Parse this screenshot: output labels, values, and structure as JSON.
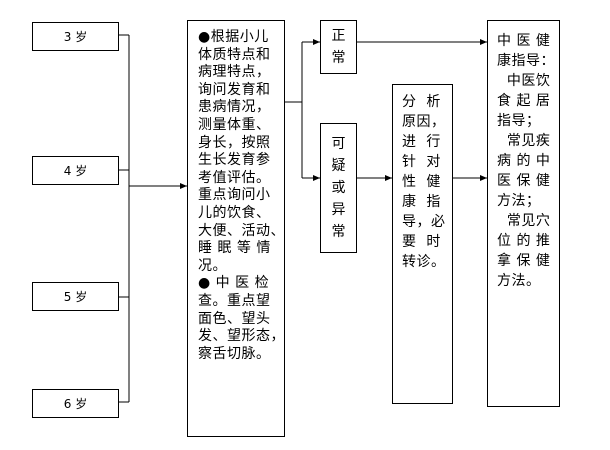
{
  "ages": [
    "3 岁",
    "4 岁",
    "5 岁",
    "6 岁"
  ],
  "assessment": {
    "lines": [
      "●根据小儿",
      "体质特点和",
      "病理特点，",
      "询问发育和",
      "患病情况，",
      "测量体重、",
      "身长，按照",
      "生长发育参",
      "考值评估。",
      "重点询问小",
      "儿的饮食、",
      "大便、活动、",
      "睡 眠 等 情",
      "况。",
      "● 中 医 检",
      "查。重点望",
      "面色、望头",
      "发、望形态，",
      "察舌切脉。"
    ]
  },
  "normal": {
    "chars": [
      "正",
      "常"
    ]
  },
  "abnormal": {
    "chars": [
      "可",
      "疑",
      "或",
      "异",
      "常"
    ]
  },
  "analysis": {
    "lines": [
      "分  析",
      "原因，",
      "进  行",
      "针  对",
      "性  健",
      "康  指",
      "导，必",
      "要  时",
      "转诊。"
    ]
  },
  "guidance": {
    "lines": [
      "中 医 健",
      "康指导：",
      "  中医饮",
      "食 起 居",
      "指导；",
      "  常见疾",
      "病 的 中",
      "医 保 健",
      "方法；",
      "  常见穴",
      "位 的 推",
      "拿 保 健",
      "方法。"
    ]
  }
}
